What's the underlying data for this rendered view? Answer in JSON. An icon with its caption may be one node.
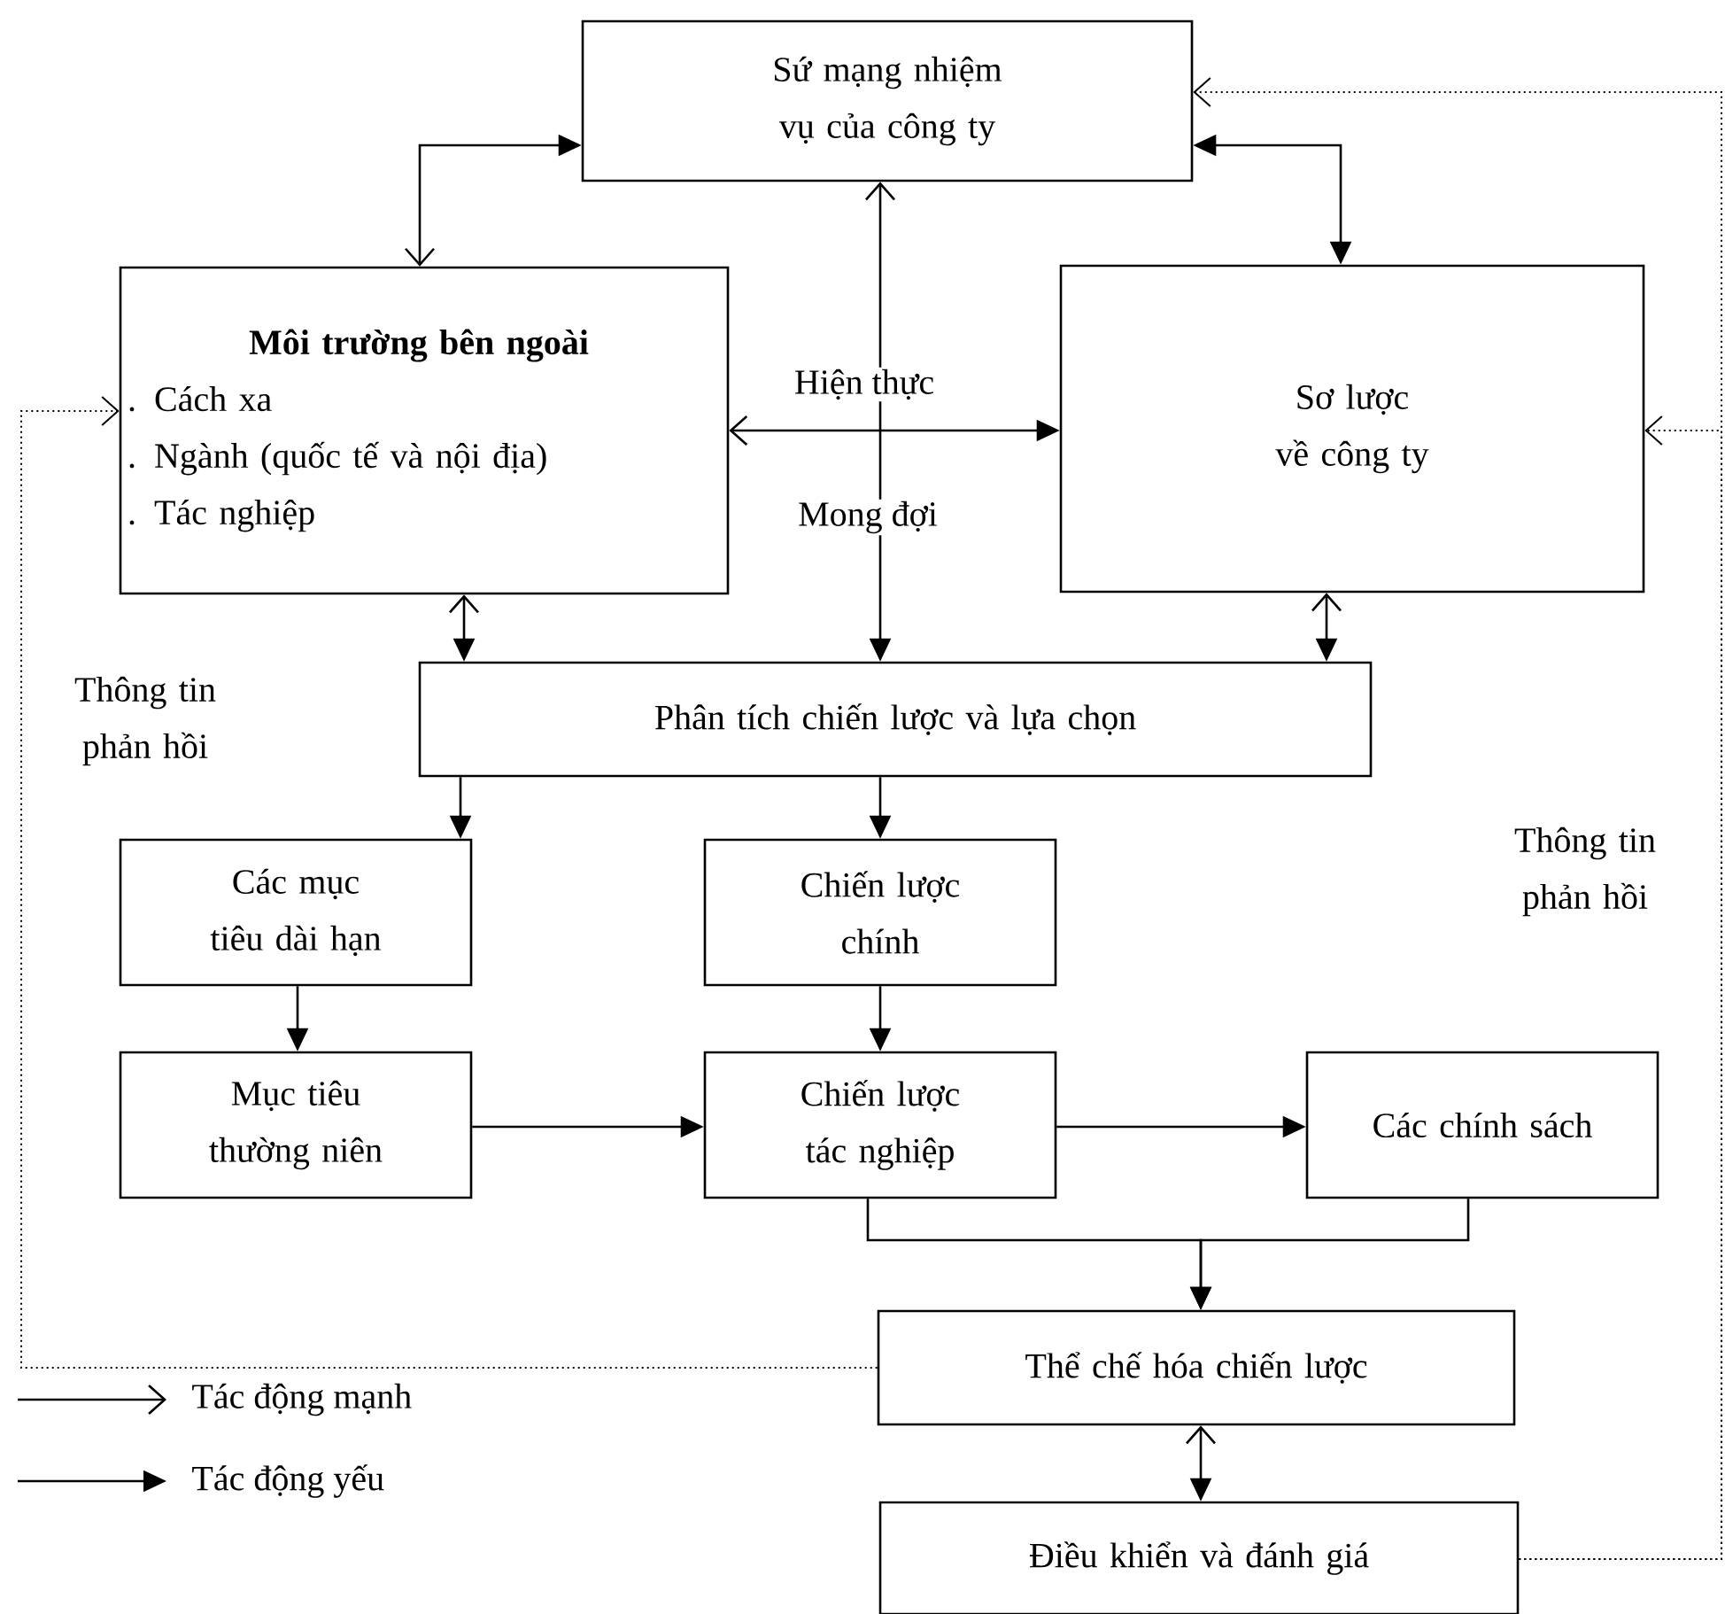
{
  "diagram": {
    "nodes": [
      {
        "text": [
          "Sứ mạng nhiệm vụ của công ty"
        ]
      },
      {
        "text": [
          "Môi trường bên ngoài",
          ". Cách xa",
          ". Ngành (quốc tế và nội địa)",
          ". Tác nghiệp"
        ]
      },
      {
        "text": [
          "Sơ lược về công ty"
        ]
      },
      {
        "text": [
          "Phân tích chiến lược và lựa chọn"
        ]
      },
      {
        "text": [
          "Các mục tiêu dài hạn"
        ]
      },
      {
        "text": [
          "Chiến lược chính"
        ]
      },
      {
        "text": [
          "Mục tiêu thường niên"
        ]
      },
      {
        "text": [
          "Chiến lược tác nghiệp"
        ]
      },
      {
        "text": [
          "Các chính sách"
        ]
      },
      {
        "text": [
          "Thể chế hóa chiến lược"
        ]
      },
      {
        "text": [
          "Điều khiển và đánh giá"
        ]
      }
    ],
    "edges": [
      {
        "from": 1,
        "to": 0,
        "arrow": "both"
      },
      {
        "from": 0,
        "to": 2,
        "arrow": "both"
      },
      {
        "from": 1,
        "to": 2,
        "arrow": "both",
        "label": "Hiện thực"
      },
      {
        "from": 3,
        "to": 0,
        "arrow": "both",
        "label": "Mong đợi"
      },
      {
        "from": 1,
        "to": 3,
        "arrow": "both"
      },
      {
        "from": 2,
        "to": 3,
        "arrow": "both"
      },
      {
        "from": 3,
        "to": 4,
        "arrow": "to"
      },
      {
        "from": 3,
        "to": 5,
        "arrow": "to"
      },
      {
        "from": 4,
        "to": 6,
        "arrow": "to"
      },
      {
        "from": 5,
        "to": 7,
        "arrow": "to"
      },
      {
        "from": 6,
        "to": 7,
        "arrow": "to"
      },
      {
        "from": 7,
        "to": 8,
        "arrow": "to"
      },
      {
        "from": 7,
        "to": 9,
        "arrow": "to"
      },
      {
        "from": 8,
        "to": 9,
        "arrow": "to"
      },
      {
        "from": 9,
        "to": 10,
        "arrow": "both"
      },
      {
        "from": 9,
        "to": 1,
        "arrow": "to",
        "style": "dashed"
      },
      {
        "from": 10,
        "to": 0,
        "arrow": "to",
        "style": "dashed"
      },
      {
        "from": 10,
        "to": 2,
        "arrow": "to",
        "style": "dashed"
      }
    ],
    "labels": [
      "Thông tin phản hồi",
      "Thông tin phản hồi"
    ],
    "legend": [
      {
        "text": "Tác động mạnh"
      },
      {
        "text": "Tác động yếu"
      }
    ]
  }
}
